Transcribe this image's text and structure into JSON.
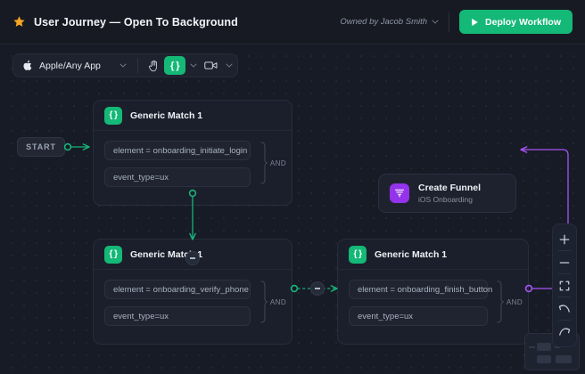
{
  "header": {
    "star_icon": "star-icon",
    "title": "User Journey — Open To Background",
    "owner_text": "Owned by Jacob Smith",
    "owner_chevron_icon": "chevron-down-icon",
    "deploy_play_icon": "play-icon",
    "deploy_label": "Deploy Workflow",
    "deploy_color": "#14b877"
  },
  "toolbar": {
    "apple_icon": "apple-icon",
    "app_name": "Apple/Any App",
    "app_chevron_icon": "chevron-down-icon",
    "hand_icon": "hand-icon",
    "code_icon": "code-braces-icon",
    "code_label": "{ }",
    "code_chevron_icon": "chevron-down-icon",
    "video_icon": "video-camera-icon",
    "video_chevron_icon": "chevron-down-icon",
    "active_color": "#14b877"
  },
  "canvas": {
    "start_label": "START",
    "edge_collapse_icon": "minus-icon",
    "edge_color_green": "#18b47a",
    "edge_color_purple": "#a855f7"
  },
  "nodes": [
    {
      "title": "Generic Match 1",
      "icon": "code-braces-icon",
      "icon_label": "{ }",
      "conditions": [
        "element = onboarding_initiate_login",
        "event_type=ux"
      ],
      "operator": "AND"
    },
    {
      "title": "Generic Match 1",
      "icon": "code-braces-icon",
      "icon_label": "{ }",
      "conditions": [
        "element = onboarding_verify_phone",
        "event_type=ux"
      ],
      "operator": "AND"
    },
    {
      "title": "Generic Match 1",
      "icon": "code-braces-icon",
      "icon_label": "{ }",
      "conditions": [
        "element = onboarding_finish_button",
        "event_type=ux"
      ],
      "operator": "AND"
    }
  ],
  "funnel": {
    "icon": "funnel-icon",
    "title": "Create Funnel",
    "subtitle": "iOS Onboarding",
    "accent_color": "#9333ea"
  },
  "zoom_tools": {
    "zoom_in_icon": "plus-icon",
    "zoom_out_icon": "minus-icon",
    "fit_screen_icon": "fit-screen-icon",
    "undo_icon": "undo-arrow-icon",
    "redo_icon": "redo-arrow-icon"
  },
  "minimap": {
    "name": "minimap"
  }
}
